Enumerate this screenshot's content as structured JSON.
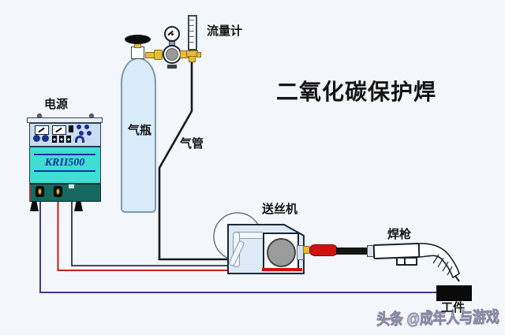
{
  "title": "二氧化碳保护焊",
  "watermark": "头条 @成年人与游戏",
  "labels": {
    "power_source": "电源",
    "gas_cylinder": "气瓶",
    "gas_pipe": "气管",
    "flow_meter": "流量计",
    "wire_feeder": "送丝机",
    "welding_torch": "焊枪",
    "workpiece": "工件"
  },
  "power_source": {
    "model_label": "KRII500"
  },
  "colors": {
    "background": "#f3f6fa",
    "machine_teal": "#3fded2",
    "machine_dark_teal": "#17685e",
    "panel_blue": "#c8dcf2",
    "cylinder_blue": "#d8ebf8",
    "feeder_blue": "#dce9f6",
    "welding_cable_red": "#c02222",
    "work_lead_navy": "#3c3c85",
    "gas_pipe_black": "#191919",
    "torch_connector_red": "#d01212",
    "fitting_yellow": "#e4bd3a",
    "model_text_blue": "#1527a0"
  }
}
